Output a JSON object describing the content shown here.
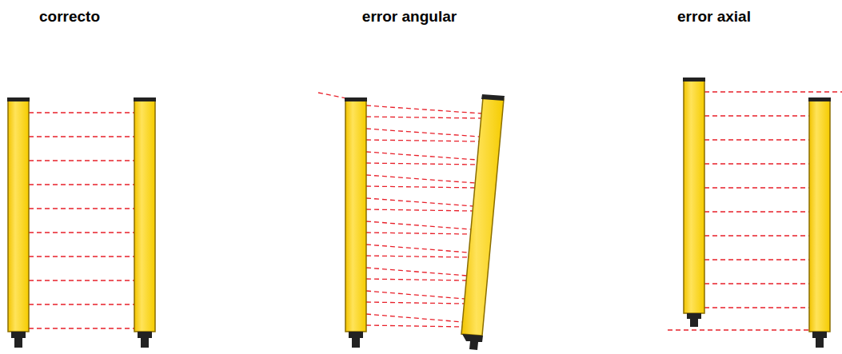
{
  "diagram": {
    "labels": [
      "correcto",
      "error angular",
      "error axial"
    ]
  }
}
